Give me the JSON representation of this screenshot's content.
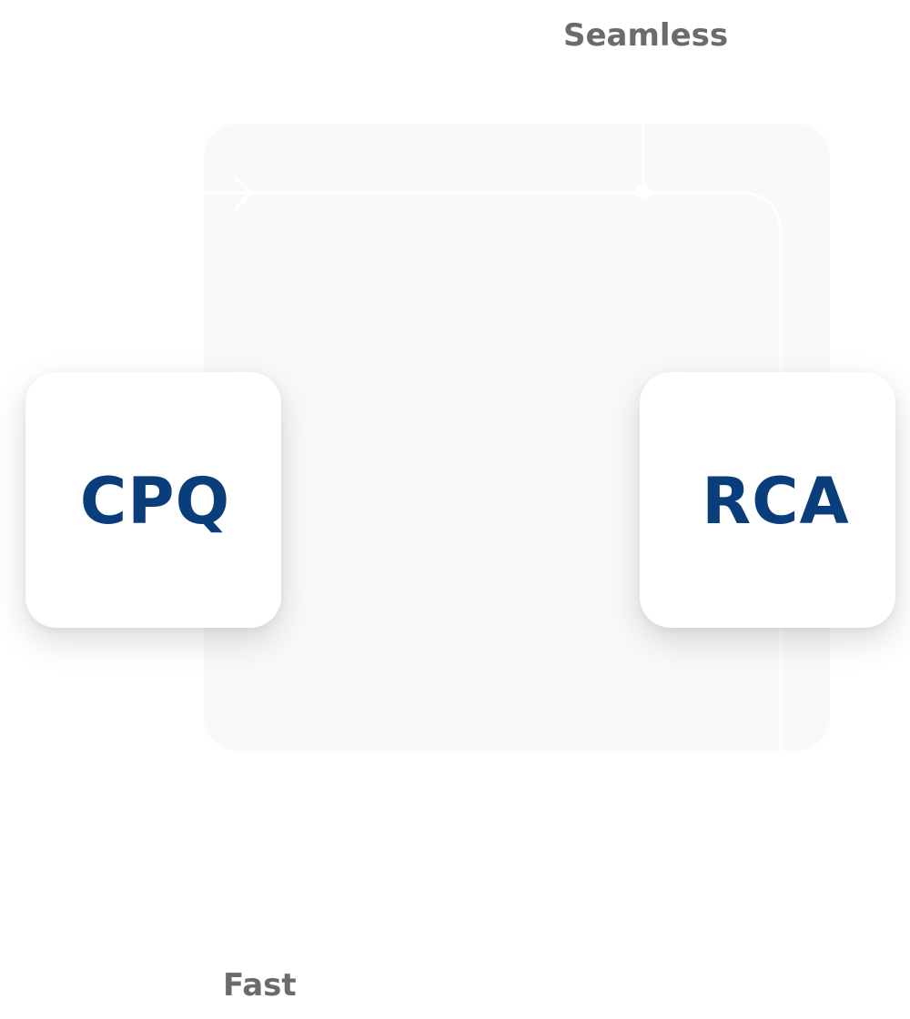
{
  "diagram": {
    "top_caption": "Seamless",
    "bottom_caption": "Fast",
    "nodes": [
      {
        "id": "cpq",
        "label": "CPQ"
      },
      {
        "id": "rca",
        "label": "RCA"
      }
    ],
    "colors": {
      "caption": "#6b6b6b",
      "node_label": "#0a3d7c",
      "panel": "#f9f9f9",
      "connector": "#ffffff",
      "card": "#ffffff"
    },
    "icons": [
      "arrow-right-icon",
      "junction-diamond-icon"
    ]
  }
}
